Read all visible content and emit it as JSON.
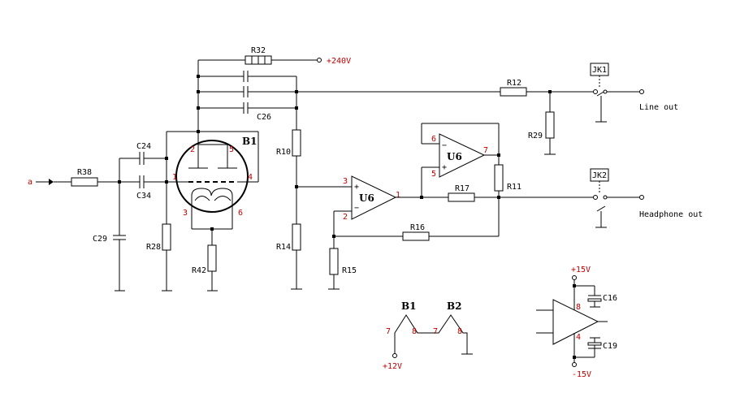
{
  "input_label": "a",
  "supply": {
    "hv": "+240V",
    "heater": "+12V",
    "pos": "+15V",
    "neg": "-15V"
  },
  "tube": {
    "name": "B1",
    "pins": {
      "p1": "1",
      "p2": "2",
      "p3": "3",
      "p4": "4",
      "p5": "5",
      "p6": "6"
    }
  },
  "heater_chain": {
    "tube1": "B1",
    "tube2": "B2",
    "b1_pin7": "7",
    "b1_pin8": "8",
    "b2_pin7": "7",
    "b2_pin8": "8"
  },
  "opamp_main": {
    "name": "U6",
    "p_plus": "3",
    "p_minus": "2",
    "p_out": "1"
  },
  "opamp_buf": {
    "name": "U6",
    "p_minus": "6",
    "p_plus": "5",
    "p_out": "7"
  },
  "power_pins": {
    "v_plus": "8",
    "v_minus": "4"
  },
  "components": {
    "R38": "R38",
    "R32": "R32",
    "R28": "R28",
    "R42": "R42",
    "R10": "R10",
    "R14": "R14",
    "R15": "R15",
    "R16": "R16",
    "R17": "R17",
    "R11": "R11",
    "R12": "R12",
    "R29": "R29",
    "C24": "C24",
    "C34": "C34",
    "C29": "C29",
    "C26": "C26",
    "C16": "C16",
    "C19": "C19"
  },
  "jacks": {
    "jk1": "JK1",
    "jk2": "JK2",
    "line_out": "Line out",
    "headphone_out": "Headphone out"
  },
  "colors": {
    "wire": "#000000",
    "red_label": "#c00000"
  }
}
